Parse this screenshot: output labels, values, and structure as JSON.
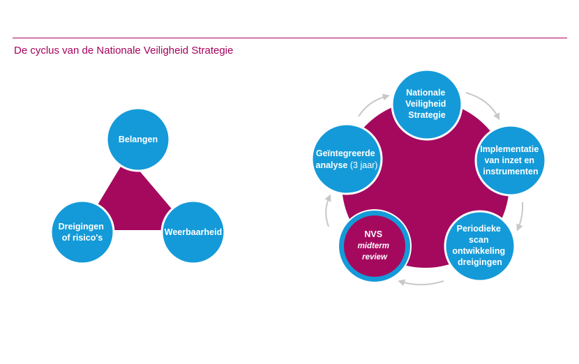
{
  "title": "De cyclus van de Nationale Veiligheid Strategie",
  "colors": {
    "accent": "#a6005b",
    "magenta": "#a5095e",
    "circle_blue": "#149ad8",
    "circle_stroke": "#ffffff",
    "arrow_gray": "#c8c8c8"
  },
  "triangle": {
    "nodes": [
      {
        "id": "belangen",
        "lines": [
          "Belangen"
        ]
      },
      {
        "id": "dreigingen",
        "lines": [
          "Dreigingen",
          "of risico's"
        ]
      },
      {
        "id": "weerbaarheid",
        "lines": [
          "Weerbaarheid"
        ]
      }
    ]
  },
  "cycle": {
    "nodes": [
      {
        "id": "nvs",
        "lines": [
          "Nationale",
          "Veiligheid",
          "Strategie"
        ]
      },
      {
        "id": "implementatie",
        "lines": [
          "Implementatie",
          "van inzet en",
          "instrumenten"
        ]
      },
      {
        "id": "periodieke",
        "lines": [
          "Periodieke",
          "scan",
          "ontwikkeling",
          "dreigingen"
        ]
      },
      {
        "id": "midterm",
        "lines": [
          "NVS",
          "midterm",
          "review"
        ]
      },
      {
        "id": "geintegreerde",
        "lines": [
          "Geïntegreerde",
          "analyse",
          "(3 jaar)"
        ]
      }
    ]
  }
}
